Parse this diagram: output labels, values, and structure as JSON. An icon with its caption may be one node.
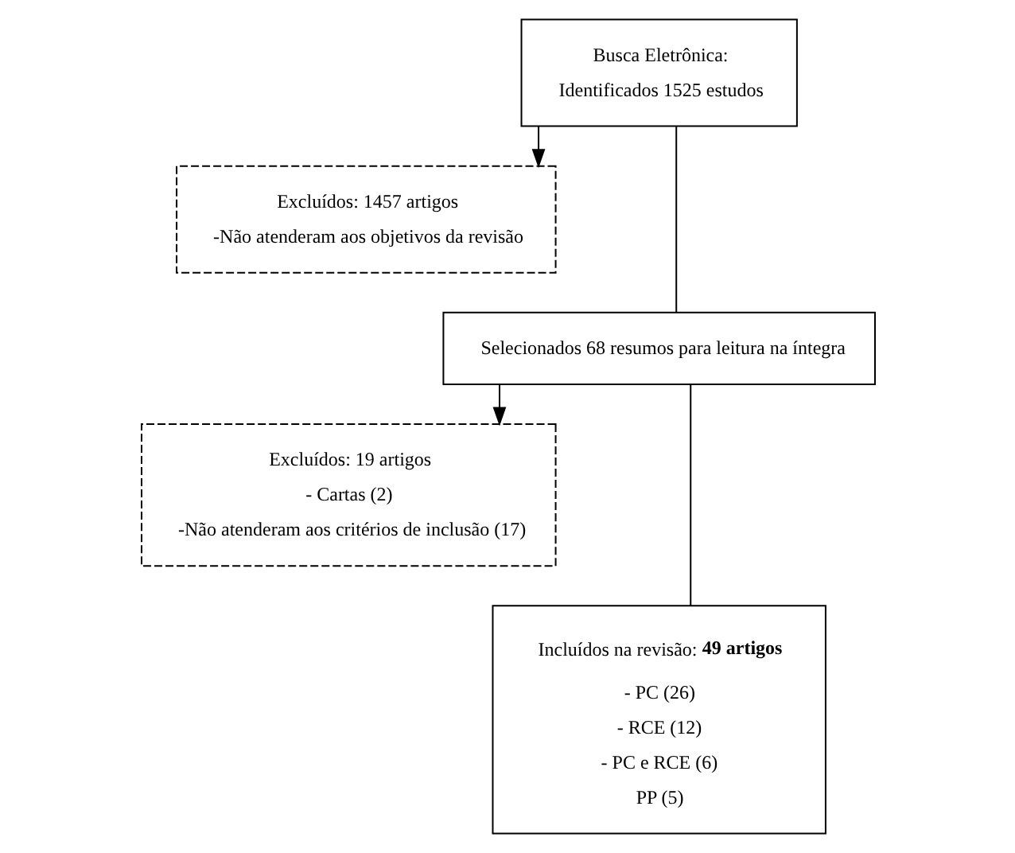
{
  "diagram": {
    "nodes": [
      {
        "text": [
          "Busca Eletrônica:",
          "Identificados 1525 estudos"
        ]
      },
      {
        "text": [
          "Excluídos: 1457 artigos",
          "-Não atenderam aos objetivos da revisão"
        ]
      },
      {
        "text": [
          "Selecionados 68 resumos para leitura na íntegra"
        ]
      },
      {
        "text": [
          "Excluídos: 19 artigos",
          "- Cartas (2)",
          "-Não atenderam aos critérios de inclusão (17)"
        ]
      },
      {
        "text": [
          "Incluídos na revisão: **49 artigos**",
          "- PC (26)",
          "- RCE (12)",
          "- PC e RCE (6)",
          "PP (5)"
        ]
      }
    ],
    "edges": [
      {
        "from": 0,
        "to": 2,
        "arrow": "none"
      },
      {
        "from": 0,
        "to": 1,
        "arrow": "to"
      },
      {
        "from": 2,
        "to": 4,
        "arrow": "none"
      },
      {
        "from": 2,
        "to": 3,
        "arrow": "to"
      }
    ]
  }
}
